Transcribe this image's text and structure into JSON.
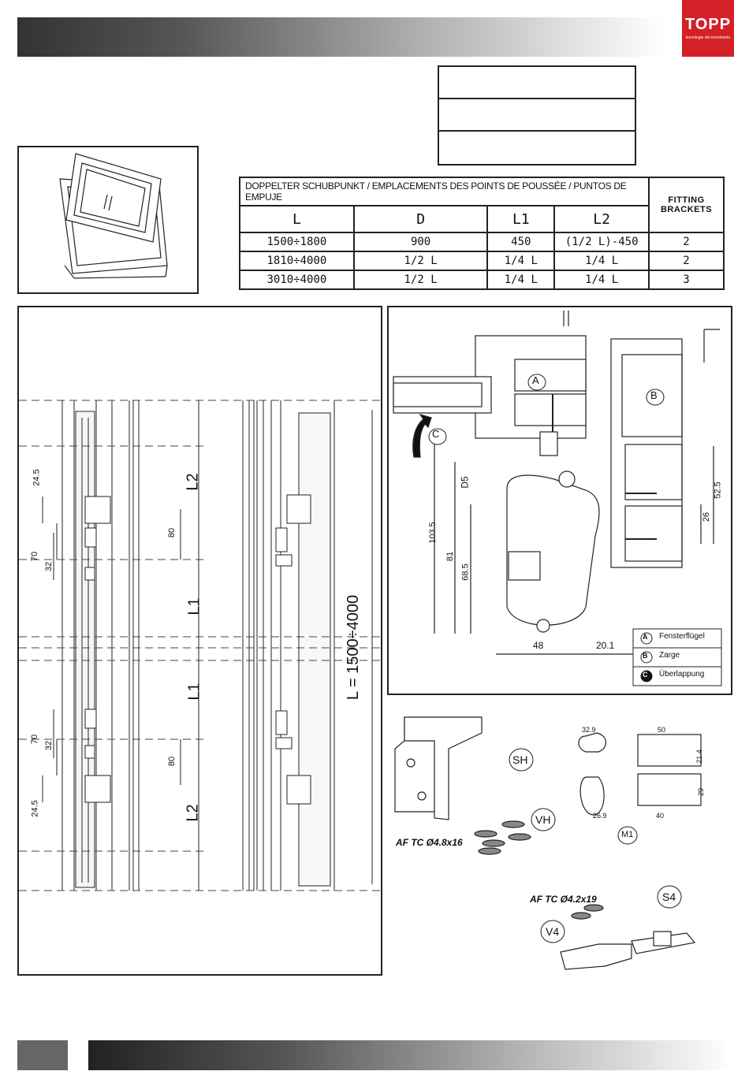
{
  "brand": {
    "name": "TOPP",
    "tagline": "tecnologie del movimento"
  },
  "table": {
    "title": "DOPPELTER SCHUBPUNKT  / EMPLACEMENTS DES POINTS DE POUSSÉE / PUNTOS DE EMPUJE",
    "fitting_brackets": "FITTING BRACKETS",
    "columns": [
      "L",
      "D",
      "L1",
      "L2"
    ],
    "rows": [
      [
        "1500÷1800",
        "900",
        "450",
        "(1/2 L)-450",
        "2"
      ],
      [
        "1810÷4000",
        "1/2 L",
        "1/4 L",
        "1/4 L",
        "2"
      ],
      [
        "3010÷4000",
        "1/2 L",
        "1/4 L",
        "1/4 L",
        "3"
      ]
    ]
  },
  "elevation": {
    "dims_left": {
      "d24_5": "24.5",
      "d70": "70",
      "d32": "32",
      "d80": "80",
      "L1": "L1",
      "L2": "L2"
    },
    "overall": "L = 1500÷4000"
  },
  "section": {
    "labels": {
      "A": "A",
      "B": "B",
      "C": "C"
    },
    "dims": {
      "d103_5": "103.5",
      "d81": "81",
      "d68_5": "68.5",
      "D5": "D5",
      "d48": "48",
      "d20_1": "20.1",
      "d52_5": "52.5",
      "d26": "26"
    },
    "legend": [
      {
        "key": "A",
        "label": "Fensterflügel"
      },
      {
        "key": "B",
        "label": "Zarge"
      },
      {
        "key": "C",
        "label": "Überlappung"
      }
    ]
  },
  "parts": {
    "SH": "SH",
    "VH": "VH",
    "M1": "M1",
    "S4": "S4",
    "V4": "V4",
    "screw1": "AF TC Ø4.8x16",
    "screw2": "AF TC Ø4.2x19",
    "m1_dims": {
      "w1": "32.9",
      "w2": "50",
      "h1": "21.4",
      "h2": "29",
      "w3": "26.9",
      "w4": "40"
    }
  },
  "colors": {
    "accent": "#d42027",
    "ink": "#222222"
  }
}
